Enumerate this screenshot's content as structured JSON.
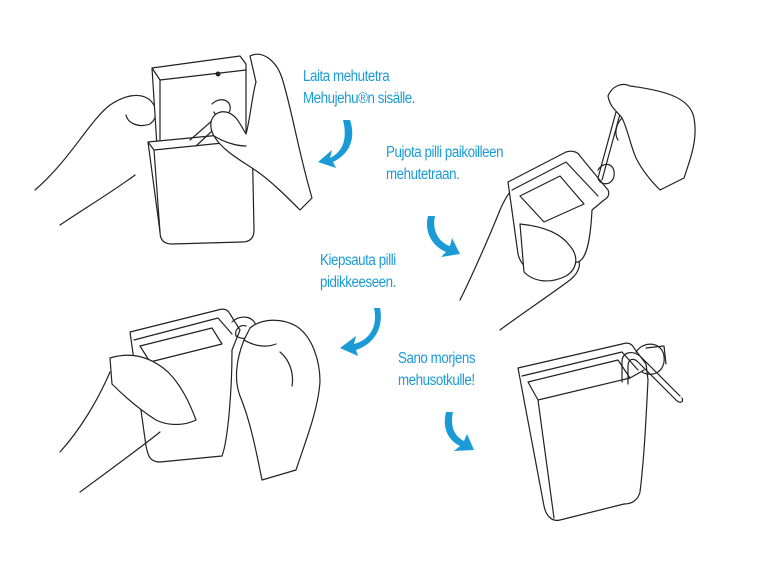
{
  "steps": [
    {
      "line1": "Laita mehutetra",
      "line2": "Mehujehu®n sisälle."
    },
    {
      "line1": "Pujota pilli paikoilleen",
      "line2": "mehutetraan."
    },
    {
      "line1": "Kiepsauta pilli",
      "line2": "pidikkeeseen."
    },
    {
      "line1": "Sano morjens",
      "line2": "mehusotkulle!"
    }
  ],
  "colors": {
    "accent": "#1a9bd7",
    "line": "#222222",
    "background": "#ffffff"
  }
}
